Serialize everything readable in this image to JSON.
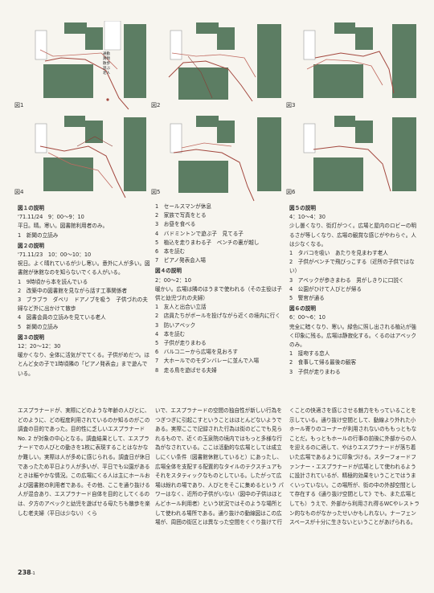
{
  "figures": {
    "row1": [
      "図1",
      "図2",
      "図3"
    ],
    "row2": [
      "図4",
      "図5",
      "図6"
    ],
    "legend": [
      "通勤",
      "買物",
      "散歩",
      "遊ぶ",
      "老人"
    ]
  },
  "col1": {
    "h1": "図１の説明",
    "h1_meta": "'71.11/24　9：00～9：10",
    "h1_p": "平日。晴。寒い。図書館利用者のみ。",
    "h1_items": [
      "1　新聞の立読み"
    ],
    "h2": "図２の説明",
    "h2_meta": "'71.11/23　10：00～10：10",
    "h2_p": "祝日。よく晴れているが少し寒い。意外に人が多い。図書館が休館なのを知らないでくる人がいる。",
    "h2_items": [
      "1　9時頃から本を読んでいる",
      "2　改築中の図書館を見ながら話す工事関係者",
      "3　ブラブラ　ダベリ　ドアノブを吸う　子供づれの夫婦など外に出かけて散歩",
      "4　図書会員の立読みを見ている老人",
      "5　新聞の立読み"
    ],
    "h3": "図３の説明",
    "h3_meta": "12：20～12：30",
    "h3_p": "暖かくなり、全体に活気がでてくる。子供がめだつ。ほとんど女の子で1時頃隣の「ピアノ発表会」まで遊んでいる。"
  },
  "col2": {
    "items_top": [
      "1　セールスマンが休息",
      "2　家族で写真をとる",
      "3　お昼を食べる",
      "4　バドミントンで遊ぶ子　見てる子",
      "5　植込を走りまわる子　ベンチの裏が越し",
      "6　本を読む",
      "7　ピアノ発表会入場"
    ],
    "h4": "図４の説明",
    "h4_meta": "2：00～2：10",
    "h4_p": "暖かい。広場は隣のほうまで使われる（その主役は子供と幼児づれの夫婦）",
    "h4_items": [
      "1　友人と出合い立話",
      "2　店員たちがボールを投げながら近くの境内に行く",
      "3　防いアベック",
      "4　本を読む",
      "5　子供が走りまわる",
      "6　バルコニーから広場を見おろす",
      "7　大ホールでのモダンバレーに並んで入場",
      "8　走る鳥を遊ばせる夫婦"
    ]
  },
  "col3": {
    "h5": "図５の説明",
    "h5_meta": "4：10～4：30",
    "h5_p": "少し曇くなり、街灯がつく。広場と屋内のロビーの明るさが等しくなり、広場の観賞な感じがやわらぐ。人は少なくなる。",
    "h5_items": [
      "1　タバコを吸い　あたりを見まわす老人",
      "2　子供がベンチで飛びっこする（近所の子供ではない）",
      "3　アベックが歩きまわる　男がしきりに口説く",
      "4　公園がひけて人びとが帰る",
      "5　警官が通る"
    ],
    "h6": "図６の説明",
    "h6_meta": "6：00～6：10",
    "h6_p": "完全に暗くなり、寒い。緑色に照し出される植込が強く印象に残る。広場は静寂化する。くるのはアベックのみ。",
    "h6_items": [
      "1　接吻する恋人",
      "2　食事して帰る最後の観客",
      "3　子供が走りまわる"
    ]
  },
  "body": {
    "col1": "エスプラナードが、実際にどのような年齢の人びとに、どのように、どの程度利用されているのか知るのがこの調査の目的であった。目的性に乏しいエスプラナード No. 2 が対象の中心となる。調査結果として、エスプラナードでの人びとの動きを1枚に表現することはなかなか難しい。実際は人が多めに感じられる。調査日が休日であったため平日より人が多いが、平日でも公園があるときは賑やかな情況。この広場にくる人は主にホールおよび図書館の利用者である。その他、ここを通り抜ける人が混合あり、エスプラナード自体を目的としてくるのは、夕方のアベックと幼児を遊ばせる母たちも散歩を楽しむ老夫婦（平日は少ない）くら",
    "col2": "いで、エスプラナードの空間の独自性が新しい行為をつぎつぎに引起こすということはほとんどないようである。実際ここで記録された行為は街のどこでも見られるもので、近くの玉泉院の境内ではもっと多様な行為がなされている。ここは活動的な広場としては成立しにくい条件（図書館休館していると）にあったし、広場全体を支配する配置的なタイルのテクスチュアもそれをスタティックなものとしている。したがって広場は紛れの場であり、人びとをそこに集めるという パワーはなく、近所の子供がいない（図中の子供はほとんどホール利用者）という状況ではそのような場所として使われる場所である。通り抜けの動線図はこの広場が、周囲の街区とは異なった空間をくぐり抜けて行",
    "col3": "くことの快適さを感じさせる魅力をもっていることを示している。通り抜け空間として、動線より外れた小ホール寄りのコーナーが利用されないのももっともなことだ。もっともホールの行事の前後に外部からの人を迎えるのに適して、やはりエスプラナードが落ち着いた広場であるように印象づける。スターフォードファンナー・エスプラナードが広場として使われるように設計されているが、精極的効果をいうことではうまくいっていない。この場所が、街の中の外部空間として存在する《通り抜け空間として》でも、また広場としても）うえで、外部から利用され得るWCやレストラン的なものがなかったせいかもしれない。ナーフェンスペースが十分に生きないということがあげられる。"
  },
  "page_number": "238",
  "page_suffix": "-1"
}
